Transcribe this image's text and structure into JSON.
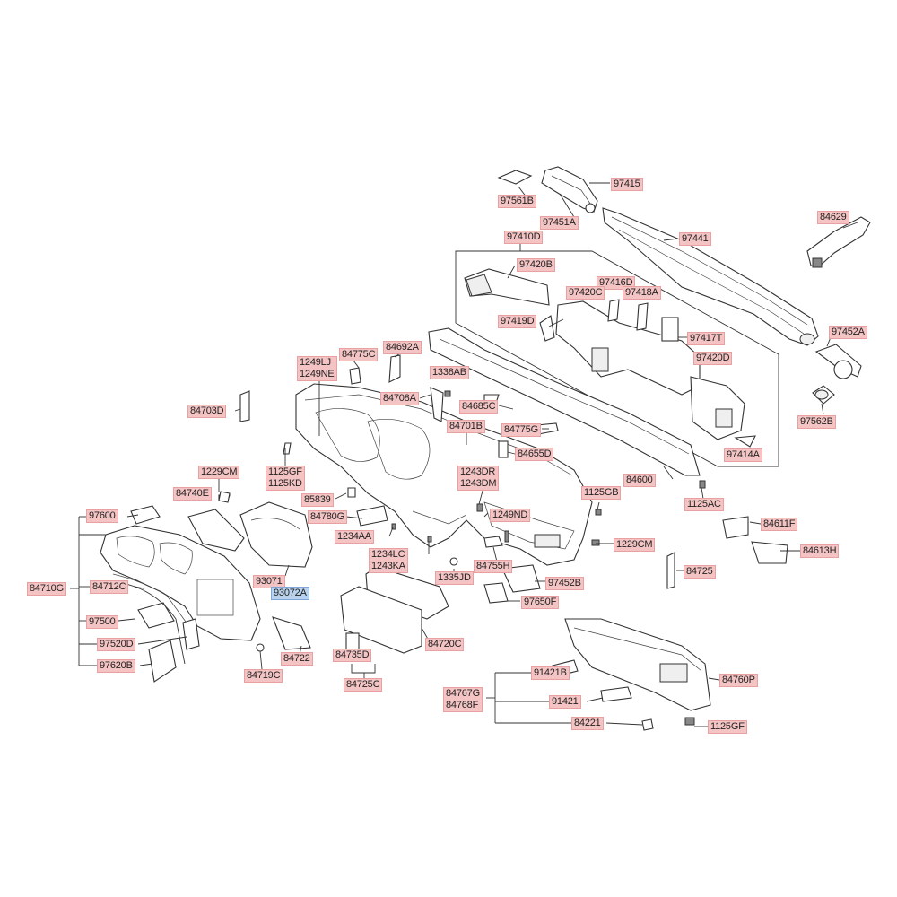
{
  "colors": {
    "label_bg": "#f4c4c4",
    "label_border": "#e8a0a0",
    "selected_bg": "#b9d3ee",
    "line": "#333333"
  },
  "labels": {
    "p97415": "97415",
    "p97561B": "97561B",
    "p97451A": "97451A",
    "p97441": "97441",
    "p84629": "84629",
    "p97410D": "97410D",
    "p97420B": "97420B",
    "p97416D": "97416D",
    "p97420C": "97420C",
    "p97418A": "97418A",
    "p97419D": "97419D",
    "p97417T": "97417T",
    "p97452A_top": "97452A",
    "p97420D": "97420D",
    "p97562B": "97562B",
    "p97414A": "97414A",
    "p1249LJ_NE": "1249LJ\n1249NE",
    "p84775C_top": "84775C",
    "p84692A": "84692A",
    "p1338AB": "1338AB",
    "p84708A": "84708A",
    "p84685C": "84685C",
    "p84701B": "84701B",
    "p84775G": "84775G",
    "p84655D": "84655D",
    "p84703D": "84703D",
    "p1125GF_KD": "1125GF\n1125KD",
    "p84600": "84600",
    "p1229CM_top": "1229CM",
    "p1243DR_DM": "1243DR\n1243DM",
    "p1125GB": "1125GB",
    "p1125AC": "1125AC",
    "p84740E": "84740E",
    "p85839": "85839",
    "p84780G": "84780G",
    "p1249ND": "1249ND",
    "p97600": "97600",
    "p84611F": "84611F",
    "p1234AA": "1234AA",
    "p1229CM_right": "1229CM",
    "p84613H": "84613H",
    "p1234LC_KA": "1234LC\n1243KA",
    "p84755H": "84755H",
    "p84725_right": "84725",
    "p93071": "93071",
    "p1335JD": "1335JD",
    "p97452B": "97452B",
    "p84710G": "84710G",
    "p84712C": "84712C",
    "p93072A": "93072A",
    "p97650F": "97650F",
    "p97500": "97500",
    "p84720C": "84720C",
    "p84760P": "84760P",
    "p97520D": "97520D",
    "p84722": "84722",
    "p84735D": "84735D",
    "p97620B": "97620B",
    "p84719C": "84719C",
    "p91421B": "91421B",
    "p84725C": "84725C",
    "p84767G_68F": "84767G\n84768F",
    "p91421": "91421",
    "p84221": "84221",
    "p1125GF_bottom": "1125GF"
  }
}
